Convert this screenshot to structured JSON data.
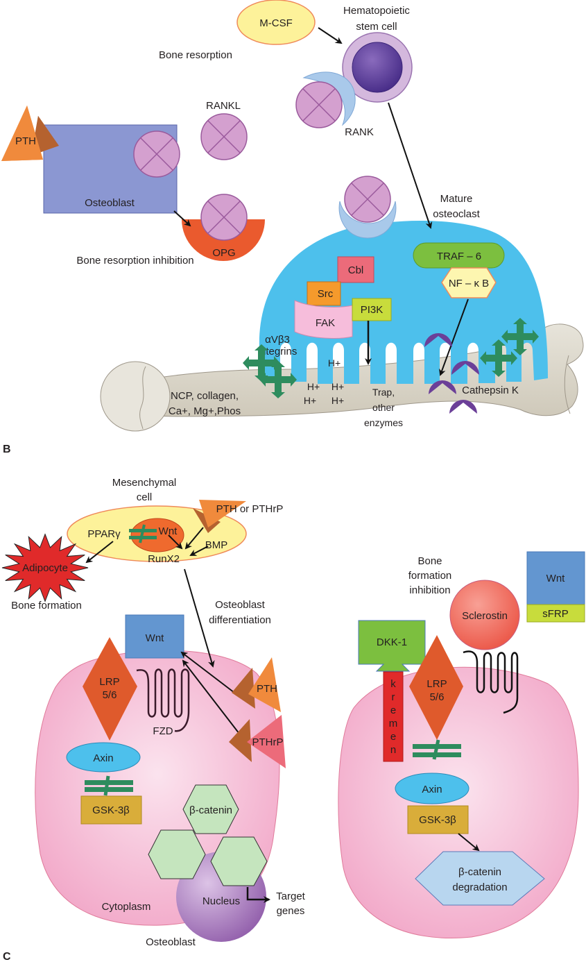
{
  "panel_b": {
    "panel_label": "B",
    "m_csf": "M-CSF",
    "hsc_label_1": "Hematopoietic",
    "hsc_label_2": "stem cell",
    "bone_resorption": "Bone resorption",
    "rankl": "RANKL",
    "rank": "RANK",
    "pth": "PTH",
    "osteoblast": "Osteoblast",
    "opg": "OPG",
    "bone_resorption_inhibition": "Bone resorption inhibition",
    "mature_osteoclast_1": "Mature",
    "mature_osteoclast_2": "osteoclast",
    "traf6": "TRAF – 6",
    "nfkb": "NF – κ B",
    "cbl": "Cbl",
    "src": "Src",
    "fak": "FAK",
    "pi3k": "PI3K",
    "integrins_1": "αVβ3",
    "integrins_2": "integrins",
    "h_plus": "H+",
    "bone_matrix_1": "NCP, collagen,",
    "bone_matrix_2": "Ca+, Mg+,Phos",
    "trap_1": "Trap,",
    "trap_2": "other",
    "trap_3": "enzymes",
    "cathepsin_k": "Cathepsin K"
  },
  "panel_c": {
    "panel_label": "C",
    "mesenchymal_1": "Mesenchymal",
    "mesenchymal_2": "cell",
    "pparg": "PPARγ",
    "wnt_inner": "Wnt",
    "pth_or_pthrp": "PTH or PTHrP",
    "bmp": "BMP",
    "runx2": "RunX2",
    "adipocyte": "Adipocyte",
    "bone_formation": "Bone formation",
    "osteoblast_diff_1": "Osteoblast",
    "osteoblast_diff_2": "differentiation",
    "left_cell": {
      "wnt": "Wnt",
      "lrp_1": "LRP",
      "lrp_2": "5/6",
      "fzd": "FZD",
      "pth": "PTH",
      "pthrp": "PTHrP",
      "axin": "Axin",
      "gsk": "GSK-3β",
      "b_catenin": "β-catenin",
      "nucleus": "Nucleus",
      "target_1": "Target",
      "target_2": "genes",
      "cytoplasm": "Cytoplasm",
      "cell_label": "Osteoblast"
    },
    "right_cell": {
      "inhibition_1": "Bone",
      "inhibition_2": "formation",
      "inhibition_3": "inhibition",
      "sclerostin": "Sclerostin",
      "wnt": "Wnt",
      "sfrp": "sFRP",
      "dkk1": "DKK-1",
      "kremen_letters": [
        "k",
        "r",
        "e",
        "m",
        "e",
        "n"
      ],
      "lrp_1": "LRP",
      "lrp_2": "5/6",
      "axin": "Axin",
      "gsk": "GSK-3β",
      "degradation_1": "β-catenin",
      "degradation_2": "degradation"
    }
  },
  "colors": {
    "osteoclast": "#4dc0ec",
    "osteoblast_box": "#8b97d2",
    "rankl": "#d4a0cf",
    "opg": "#ea5a2e",
    "bone": "#dcd8cc",
    "cell_pink": "#f4b6d0",
    "wnt_blue": "#6396d0",
    "lrp": "#df5a2c",
    "integrin_green": "#2e8c5e"
  }
}
